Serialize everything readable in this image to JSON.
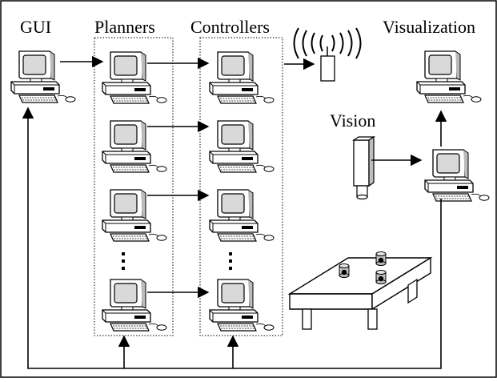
{
  "labels": {
    "gui": "GUI",
    "planners": "Planners",
    "controllers": "Controllers",
    "visualization": "Visualization",
    "vision": "Vision"
  },
  "groups": {
    "gui": {
      "computers": 1
    },
    "planners": {
      "computers": 4,
      "ellipsis": true
    },
    "controllers": {
      "computers": 4,
      "ellipsis": true
    },
    "visualization": {
      "computers": 1
    },
    "vision": {
      "computers": 1,
      "camera": true
    },
    "table_objects": 3
  },
  "icons": [
    "computer-icon",
    "radio-antenna-icon",
    "camera-icon",
    "table-icon",
    "robot-icon"
  ],
  "colors": {
    "line": "#000000",
    "screen": "#d9d9d9",
    "case": "#ffffff"
  }
}
